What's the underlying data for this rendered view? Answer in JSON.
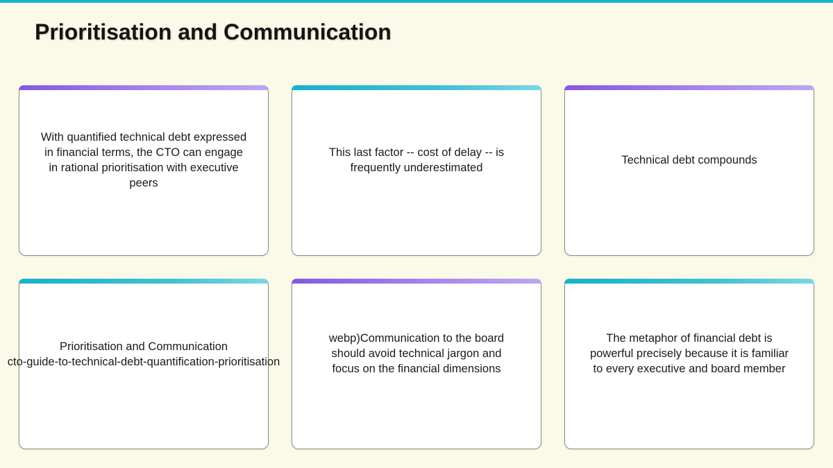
{
  "slide": {
    "title": "Prioritisation and Communication",
    "colors": {
      "background": "#fbf9e8",
      "top_bar": "#13b5cf",
      "accent_purple": "#8756e3",
      "accent_cyan": "#17b1cb"
    },
    "cards": [
      {
        "accent": "purple",
        "text": "With quantified technical debt expressed in financial terms, the CTO can engage in rational prioritisation with executive peers"
      },
      {
        "accent": "cyan",
        "text": "This last factor -- cost of delay -- is frequently underestimated"
      },
      {
        "accent": "purple",
        "text": "Technical debt compounds"
      },
      {
        "accent": "cyan",
        "line1": "Prioritisation and Communication",
        "line2": "cto-guide-to-technical-debt-quantification-prioritisation"
      },
      {
        "accent": "purple",
        "text": "webp)Communication to the board should avoid technical jargon and focus on the financial dimensions"
      },
      {
        "accent": "cyan",
        "text": "The metaphor of financial debt is powerful precisely because it is familiar to every executive and board member"
      }
    ]
  }
}
